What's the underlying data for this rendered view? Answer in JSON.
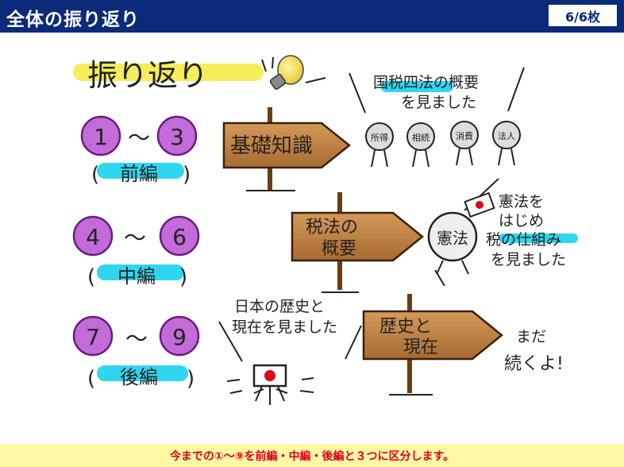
{
  "header": {
    "title": "全体の振り返り",
    "page_indicator": "6/6枚"
  },
  "slide": {
    "heading": "振り返り",
    "groups": [
      {
        "start": "1",
        "tilde": "〜",
        "end": "3",
        "label": "前編"
      },
      {
        "start": "4",
        "tilde": "〜",
        "end": "6",
        "label": "中編"
      },
      {
        "start": "7",
        "tilde": "〜",
        "end": "9",
        "label": "後編"
      }
    ],
    "signs": [
      {
        "line1": "基礎知識",
        "line2": ""
      },
      {
        "line1": "税法の",
        "line2": "概要"
      },
      {
        "line1": "歴史と",
        "line2": "現在"
      }
    ],
    "notes": {
      "tax_overview_line1": "国税四法の概要",
      "tax_overview_line2": "を見ました",
      "tax_names": [
        "所得",
        "相続",
        "消費",
        "法人"
      ],
      "constitution_figure": "憲法",
      "constitution_line1": "憲法を",
      "constitution_line2": "はじめ",
      "constitution_line3": "税の仕組み",
      "constitution_line4": "を見ました",
      "history_line1": "日本の歴史と",
      "history_line2": "現在を見ました",
      "continue_line1": "まだ",
      "continue_line2": "続くよ!"
    }
  },
  "footer": {
    "text": "今までの①〜⑨を前編・中編・後編と３つに区分します。"
  },
  "colors": {
    "header_bg": "#0b2a7a",
    "footer_bg": "#fff9a6",
    "footer_text": "#e0001a",
    "circle_purple": "#c36bd8",
    "label_cyan": "#2fd6f0",
    "highlight_yellow": "#f5ee5a",
    "sign_brown": "#b87a3a"
  }
}
